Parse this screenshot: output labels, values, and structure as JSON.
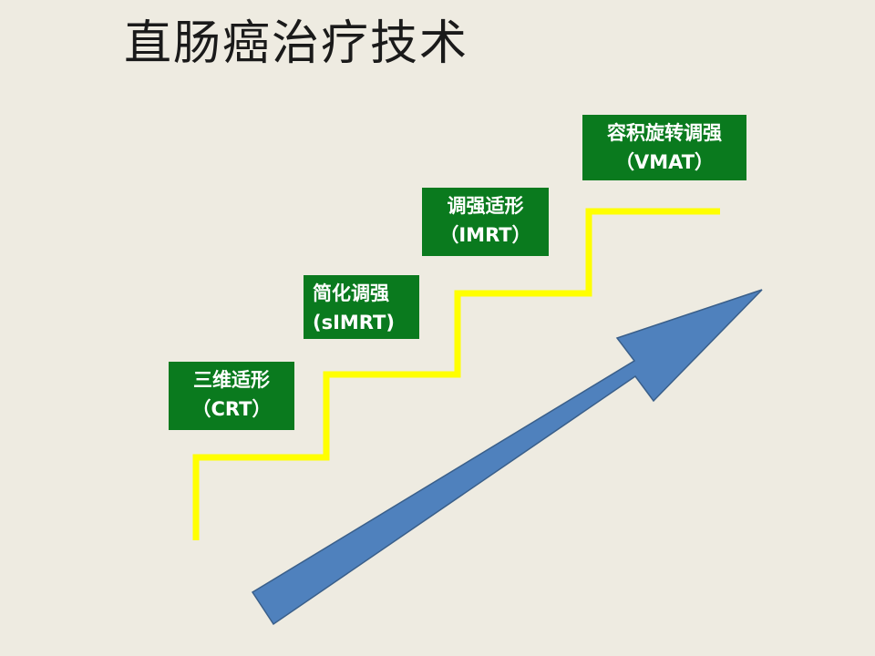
{
  "slide": {
    "title": "直肠癌治疗技术"
  },
  "stages": [
    {
      "line1": "三维适形",
      "line2": "（CRT）"
    },
    {
      "line1": "简化调强",
      "line2": "(sIMRT)"
    },
    {
      "line1": "调强适形",
      "line2": "（IMRT）"
    },
    {
      "line1": "容积旋转调强",
      "line2": "（VMAT）"
    }
  ],
  "colors": {
    "background": "#EEEBE1",
    "box_fill": "#0A7A1E",
    "box_text": "#FFFFFF",
    "staircase": "#FFFF00",
    "arrow_fill": "#4F81BD",
    "arrow_stroke": "#3A5F8A"
  }
}
